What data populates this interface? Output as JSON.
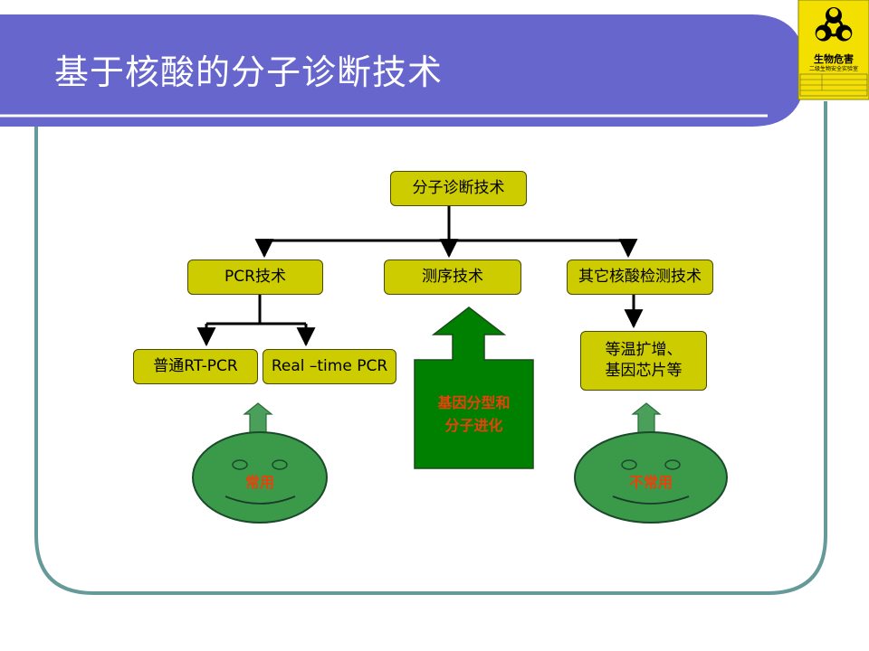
{
  "title": "基于核酸的分子诊断技术",
  "badge": {
    "title": "生物危害",
    "subtitle": "二级生物安全实验室",
    "icon": "biohazard-icon"
  },
  "diagram": {
    "root": "分子诊断技术",
    "level1": [
      "PCR技术",
      "测序技术",
      "其它核酸检测技术"
    ],
    "pcr_children": [
      "普通RT-PCR",
      "Real –time PCR"
    ],
    "other_children": [
      "等温扩增、",
      "基因芯片等"
    ],
    "sequencing_note": [
      "基因分型和",
      "分子进化"
    ],
    "face_left_label": "常用",
    "face_right_label": "不常用"
  },
  "colors": {
    "banner": "#6666cc",
    "frame": "#669999",
    "box_fill": "#cccc00",
    "green": "#008000",
    "face_green": "#3a9a4a",
    "arrow_green": "#4aa05a",
    "accent_red": "#e8420a",
    "badge_yellow": "#f4e000"
  }
}
